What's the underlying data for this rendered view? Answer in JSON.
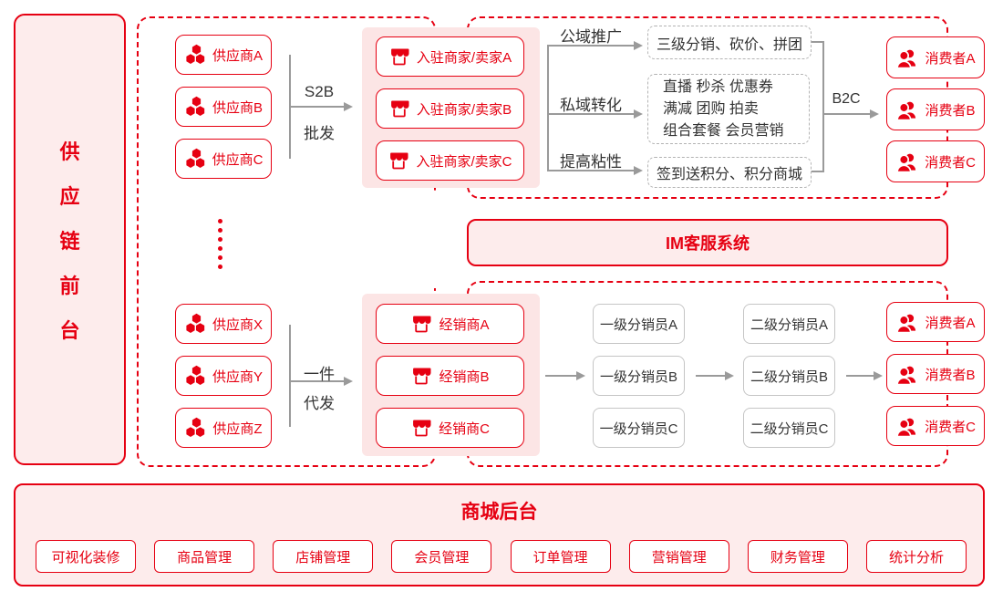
{
  "colors": {
    "red": "#e60012",
    "pink": "#fdecec",
    "pink_inner": "#fce5e5",
    "gray_line": "#9a9a9a",
    "gray_dash_border": "#b3b3b3",
    "gray_node_border": "#c5c5c5",
    "dark_text": "#333333"
  },
  "sidebar": {
    "title": "供应链前台",
    "chars": [
      "供",
      "应",
      "链",
      "前",
      "台"
    ]
  },
  "top": {
    "suppliers": [
      "供应商A",
      "供应商B",
      "供应商C"
    ],
    "s2b_line1": "S2B",
    "s2b_line2": "批发",
    "merchants": [
      "入驻商家/卖家A",
      "入驻商家/卖家B",
      "入驻商家/卖家C"
    ],
    "branch_labels": [
      "公域推广",
      "私域转化",
      "提高粘性"
    ],
    "strategy1": "三级分销、砍价、拼团",
    "strategy2_lines": [
      "直播 秒杀 优惠券",
      "满减 团购 拍卖",
      "组合套餐 会员营销"
    ],
    "strategy3": "签到送积分、积分商城",
    "b2c": "B2C",
    "consumers": [
      "消费者A",
      "消费者B",
      "消费者C"
    ]
  },
  "im": {
    "label": "IM客服系统"
  },
  "bottom": {
    "suppliers": [
      "供应商X",
      "供应商Y",
      "供应商Z"
    ],
    "dropship_line1": "一件",
    "dropship_line2": "代发",
    "dealers": [
      "经销商A",
      "经销商B",
      "经销商C"
    ],
    "level1": [
      "一级分销员A",
      "一级分销员B",
      "一级分销员C"
    ],
    "level2": [
      "二级分销员A",
      "二级分销员B",
      "二级分销员C"
    ],
    "consumers": [
      "消费者A",
      "消费者B",
      "消费者C"
    ]
  },
  "backend": {
    "title": "商城后台",
    "items": [
      "可视化装修",
      "商品管理",
      "店铺管理",
      "会员管理",
      "订单管理",
      "营销管理",
      "财务管理",
      "统计分析"
    ]
  }
}
